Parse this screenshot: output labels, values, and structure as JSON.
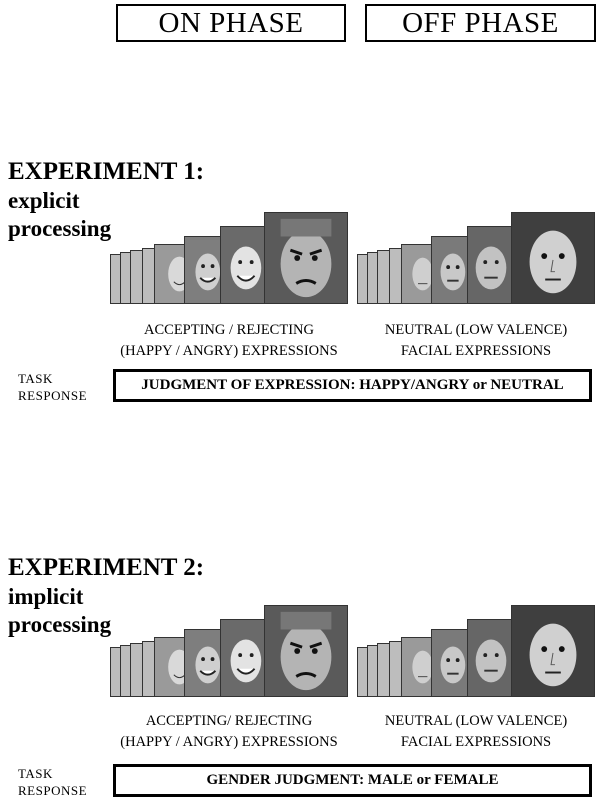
{
  "header": {
    "on_phase": "ON PHASE",
    "off_phase": "OFF PHASE"
  },
  "experiment1": {
    "title": "EXPERIMENT 1:",
    "subtitle_line1": "explicit",
    "subtitle_line2": "processing",
    "on_caption_line1": "ACCEPTING / REJECTING",
    "on_caption_line2": "(HAPPY / ANGRY) EXPRESSIONS",
    "off_caption_line1": "NEUTRAL (LOW VALENCE)",
    "off_caption_line2": "FACIAL EXPRESSIONS",
    "task_label_line1": "TASK",
    "task_label_line2": "RESPONSE",
    "task": "JUDGMENT OF EXPRESSION:  HAPPY/ANGRY or NEUTRAL"
  },
  "experiment2": {
    "title": "EXPERIMENT 2:",
    "subtitle_line1": "implicit",
    "subtitle_line2": "processing",
    "on_caption_line1": "ACCEPTING/ REJECTING",
    "on_caption_line2": "(HAPPY / ANGRY) EXPRESSIONS",
    "off_caption_line1": "NEUTRAL (LOW VALENCE)",
    "off_caption_line2": "FACIAL EXPRESSIONS",
    "task_label_line1": "TASK",
    "task_label_line2": "RESPONSE",
    "task": "GENDER JUDGMENT:  MALE or FEMALE"
  },
  "images": {
    "on_stack": [
      "happy-face-photo",
      "happy-face-photo",
      "angry-face-photo"
    ],
    "off_stack": [
      "neutral-face-photo",
      "neutral-face-photo",
      "neutral-face-photo"
    ]
  }
}
